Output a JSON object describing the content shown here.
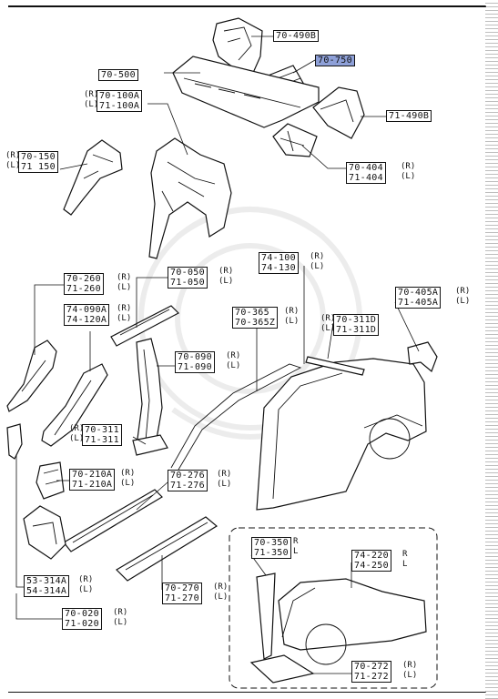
{
  "sides": {
    "right": "(R)",
    "left": "(L)",
    "right_short": "R",
    "left_short": "L"
  },
  "labels": {
    "p70_490B": [
      "70-490B"
    ],
    "p70_750": [
      "70-750"
    ],
    "p70_500": [
      "70-500"
    ],
    "p71_490B": [
      "71-490B"
    ],
    "p70_100A": [
      "70-100A",
      "71-100A"
    ],
    "p70_150": [
      "70-150",
      "71 150"
    ],
    "p70_404": [
      "70-404",
      "71-404"
    ],
    "p70_260": [
      "70-260",
      "71-260"
    ],
    "p70_050": [
      "70-050",
      "71-050"
    ],
    "p74_100": [
      "74-100",
      "74-130"
    ],
    "p70_405A": [
      "70-405A",
      "71-405A"
    ],
    "p74_090A": [
      "74-090A",
      "74-120A"
    ],
    "p70_365": [
      "70-365",
      "70-365Z"
    ],
    "p70_311D": [
      "70-311D",
      "71-311D"
    ],
    "p70_090": [
      "70-090",
      "71-090"
    ],
    "p70_311": [
      "70-311",
      "71-311"
    ],
    "p70_210A": [
      "70-210A",
      "71-210A"
    ],
    "p70_276": [
      "70-276",
      "71-276"
    ],
    "p70_350": [
      "70-350",
      "71-350"
    ],
    "p74_220": [
      "74-220",
      "74-250"
    ],
    "p70_270": [
      "70-270",
      "71-270"
    ],
    "p53_314A": [
      "53-314A",
      "54-314A"
    ],
    "p70_020": [
      "70-020",
      "71-020"
    ],
    "p70_272": [
      "70-272",
      "71-272"
    ]
  },
  "colors": {
    "highlight": "#8ea0d8",
    "ink": "#111111"
  }
}
